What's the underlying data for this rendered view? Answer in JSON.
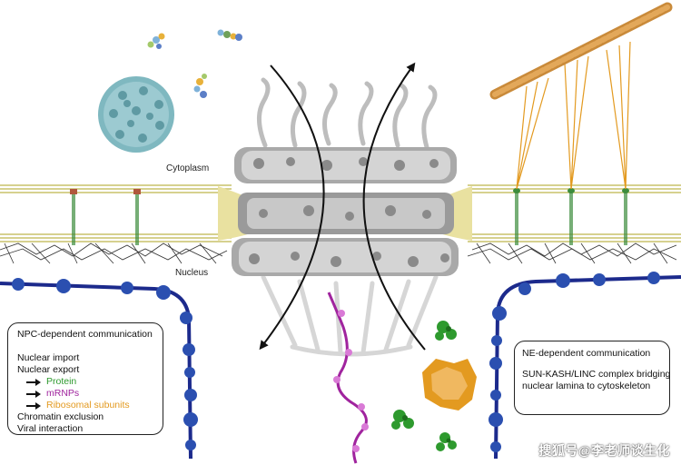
{
  "labels": {
    "cytoplasm": "Cytoplasm",
    "nucleus": "Nucleus"
  },
  "npc_box": {
    "title": "NPC-dependent communication",
    "import": "Nuclear import",
    "export": "Nuclear export",
    "protein": "Protein",
    "mrnps": "mRNPs",
    "ribosomal": "Ribosomal subunits",
    "chromatin": "Chromatin exclusion",
    "viral": "Viral interaction"
  },
  "ne_box": {
    "title": "NE-dependent communication",
    "line1": "SUN-KASH/LINC complex bridging",
    "line2": "nuclear lamina to cytoskeleton"
  },
  "watermark": "搜狐号@李老师谈生化",
  "colors": {
    "protein": "#2e9a2e",
    "mrnp": "#a0249e",
    "ribosome": "#e39a20",
    "chromatin": "#1c2a8c",
    "virus": "#7fb8c0",
    "membrane": "#c9c26a",
    "linc": "#3c8c3c"
  }
}
